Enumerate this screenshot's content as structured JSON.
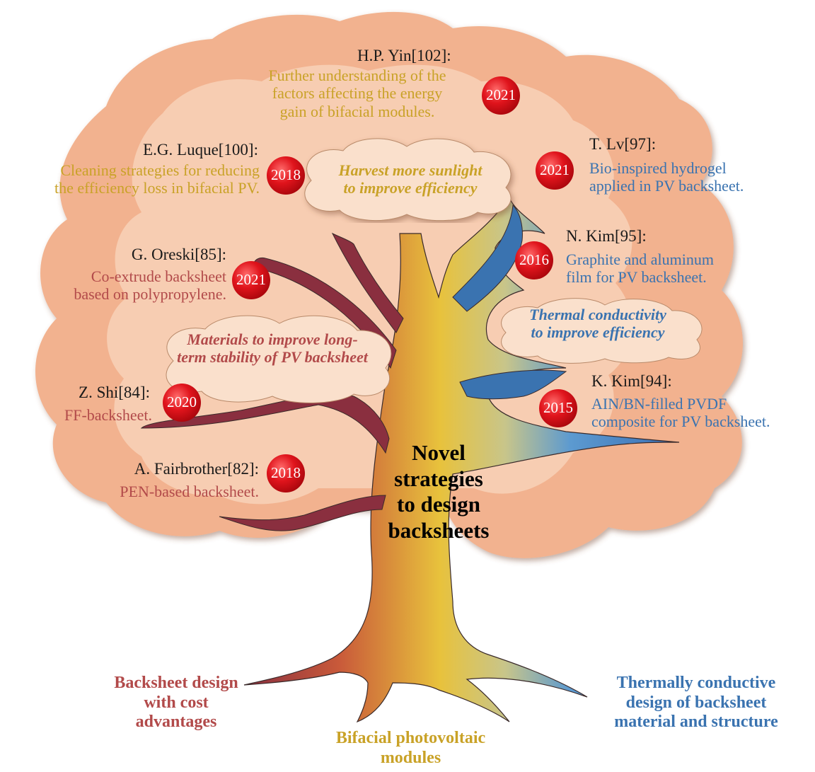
{
  "center_title": [
    "Novel",
    "strategies",
    "to design",
    "backsheets"
  ],
  "clouds": {
    "sunlight": [
      "Harvest more sunlight",
      "to improve efficiency"
    ],
    "thermal": [
      "Thermal conductivity",
      "to improve efficiency"
    ],
    "materials": [
      "Materials to improve long-",
      "term stability of PV backsheet"
    ]
  },
  "roots": {
    "cost": [
      "Backsheet design",
      "with cost",
      "advantages"
    ],
    "bifacial": [
      "Bifacial photovoltaic",
      "modules"
    ],
    "thermal": [
      "Thermally conductive",
      "design of backsheet",
      "material and structure"
    ]
  },
  "entries": {
    "yin": {
      "ref": "H.P. Yin[102]:",
      "desc": [
        "Further  understanding of the",
        "factors affecting the energy",
        "gain of bifacial modules."
      ],
      "year": "2021"
    },
    "luque": {
      "ref": "E.G. Luque[100]:",
      "desc": [
        "Cleaning strategies for reducing",
        "the efficiency loss in bifacial PV."
      ],
      "year": "2018"
    },
    "lv": {
      "ref": "T. Lv[97]:",
      "desc": [
        "Bio-inspired hydrogel",
        "applied in PV backsheet."
      ],
      "year": "2021"
    },
    "nkim": {
      "ref": "N. Kim[95]:",
      "desc": [
        "Graphite and aluminum",
        "film for PV backsheet."
      ],
      "year": "2016"
    },
    "oreski": {
      "ref": "G. Oreski[85]:",
      "desc": [
        "Co-extrude backsheet",
        "based on polypropylene."
      ],
      "year": "2021"
    },
    "shi": {
      "ref": "Z. Shi[84]:",
      "desc": [
        "FF-backsheet."
      ],
      "year": "2020"
    },
    "kkim": {
      "ref": "K. Kim[94]:",
      "desc": [
        "AIN/BN-filled PVDF",
        "composite for PV backsheet."
      ],
      "year": "2015"
    },
    "fairbrother": {
      "ref": "A. Fairbrother[82]:",
      "desc": [
        "PEN-based backsheet."
      ],
      "year": "2018"
    }
  },
  "colors": {
    "canopy_outer": "#f2b28f",
    "canopy_inner": "#f7cdb2",
    "cloud": "#fae0cc",
    "gold": "#c9a227",
    "blue": "#3a73b0",
    "red": "#b24a4a",
    "apple": "#e0141c"
  }
}
